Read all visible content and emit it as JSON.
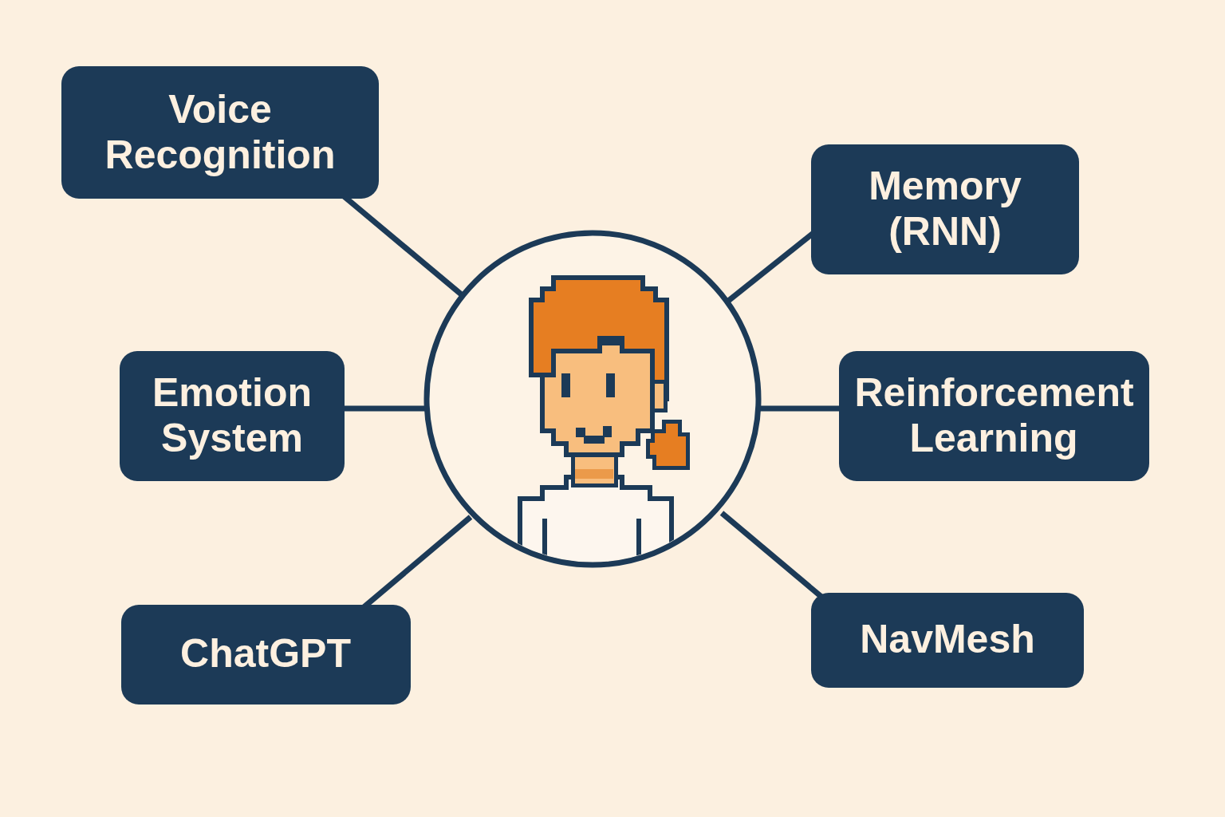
{
  "diagram": {
    "nodes": [
      {
        "text": [
          "Voice Recognition"
        ]
      },
      {
        "text": [
          "Memory (RNN)"
        ]
      },
      {
        "text": [
          "Emotion System"
        ]
      },
      {
        "text": [
          "Reinforcement Learning"
        ]
      },
      {
        "text": [
          "ChatGPT"
        ]
      },
      {
        "text": [
          "NavMesh"
        ]
      }
    ]
  }
}
